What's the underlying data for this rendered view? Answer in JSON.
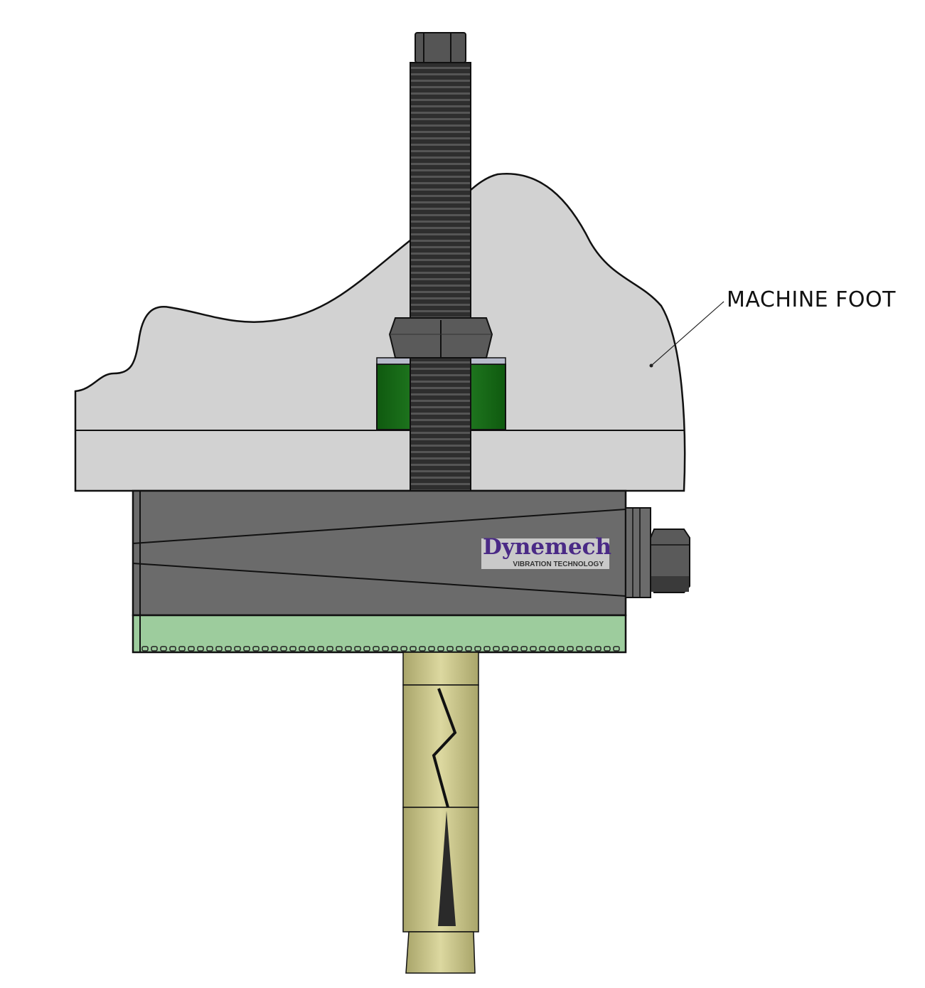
{
  "annotation": {
    "label": "MACHINE FOOT"
  },
  "logo": {
    "brand": "Dynemech",
    "tagline": "VIBRATION TECHNOLOGY"
  },
  "colors": {
    "machine_foot": "#d2d2d2",
    "housing": "#6b6b6b",
    "base_pad": "#9dcc9d",
    "sleeve": "#1e7a1e",
    "anchor": "#c9c690",
    "logo_purple": "#4a2a86"
  }
}
